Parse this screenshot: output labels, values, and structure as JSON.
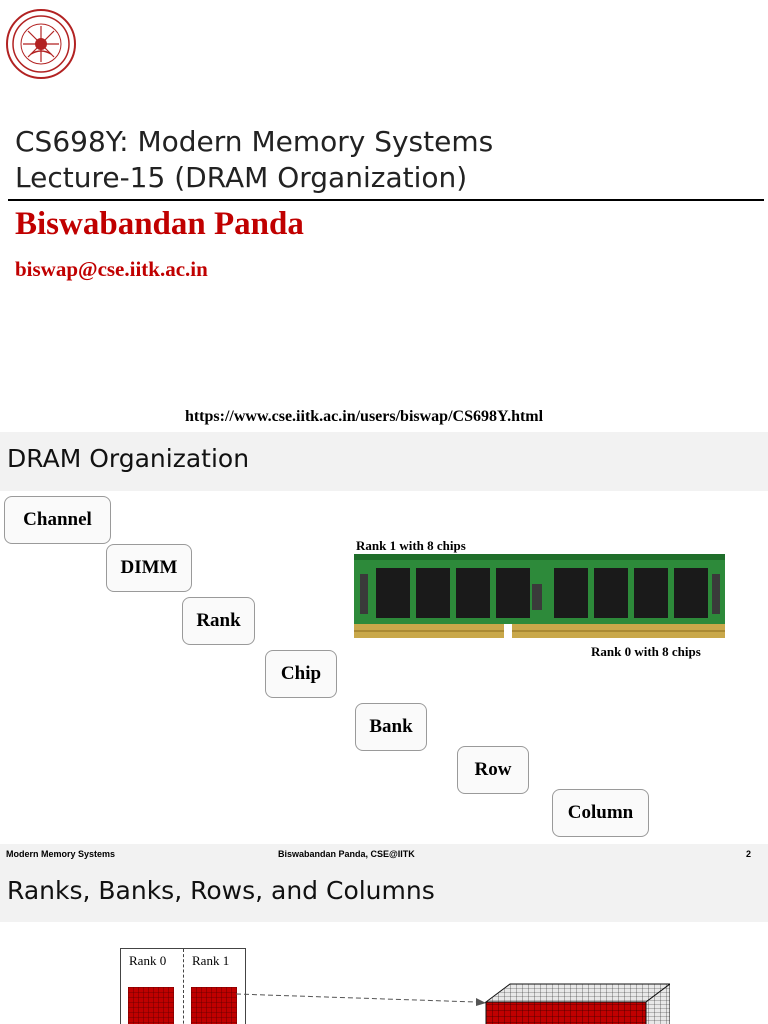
{
  "slide1": {
    "course_title_line1": "CS698Y: Modern Memory Systems",
    "course_title_line2": "Lecture-15 (DRAM Organization)",
    "author": "Biswabandan Panda",
    "email": "biswap@cse.iitk.ac.in",
    "url": "https://www.cse.iitk.ac.in/users/biswap/CS698Y.html",
    "logo_icon": "iitk-seal-icon",
    "accent_color": "#c00000"
  },
  "slide2": {
    "heading": "DRAM Organization",
    "hierarchy": [
      "Channel",
      "DIMM",
      "Rank",
      "Chip",
      "Bank",
      "Row",
      "Column"
    ],
    "caption_top": "Rank 1 with 8 chips",
    "caption_bottom": "Rank 0 with 8 chips",
    "image_icon": "dimm-module-image",
    "pcb_color": "#2d8a3a"
  },
  "footer": {
    "left": "Modern Memory Systems",
    "center": "Biswabandan Panda, CSE@IITK",
    "page": "2"
  },
  "slide3": {
    "heading": "Ranks, Banks, Rows, and Columns",
    "rank_labels": [
      "Rank 0",
      "Rank 1"
    ],
    "bank_color": "#c00000"
  }
}
